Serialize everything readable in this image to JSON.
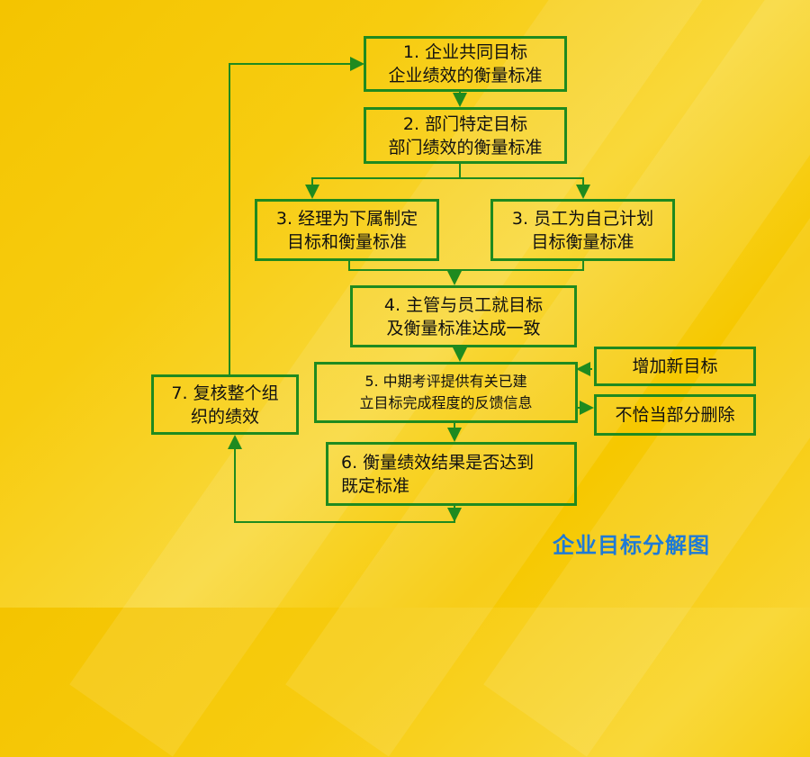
{
  "boxes": {
    "b1": "1. 企业共同目标\n企业绩效的衡量标准",
    "b2": "2. 部门特定目标\n部门绩效的衡量标准",
    "b3a": "3. 经理为下属制定\n目标和衡量标准",
    "b3b": "3. 员工为自己计划\n目标衡量标准",
    "b4": "4. 主管与员工就目标\n及衡量标准达成一致",
    "b5": "5. 中期考评提供有关已建\n立目标完成程度的反馈信息",
    "b6": "6. 衡量绩效结果是否达到\n既定标准",
    "b7": "7. 复核整个组\n织的绩效",
    "add": "增加新目标",
    "remove": "不恰当部分删除"
  },
  "caption": "企业目标分解图",
  "colors": {
    "border": "#1f8a1f",
    "connector": "#1f8a1f",
    "caption": "#1e7ad6"
  }
}
